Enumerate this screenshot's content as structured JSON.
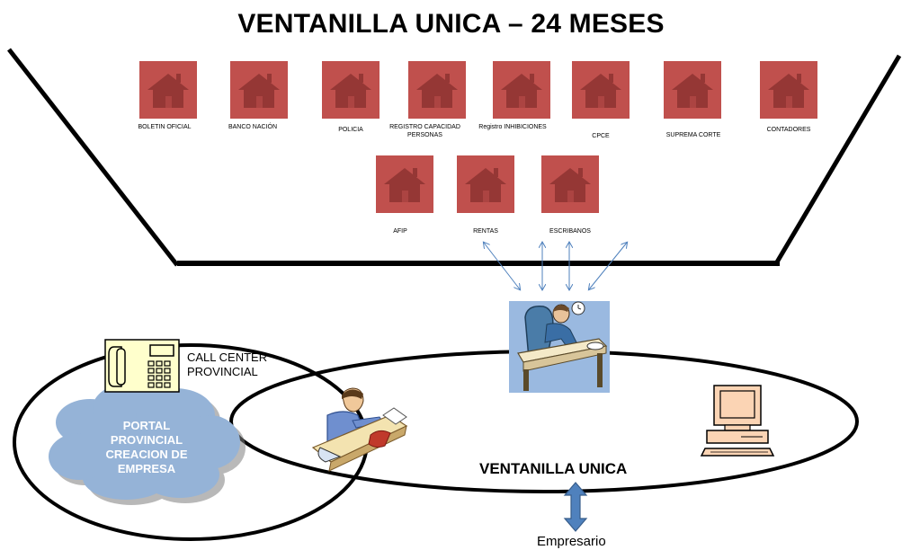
{
  "title": "VENTANILLA UNICA – 24 MESES",
  "institutions": {
    "row1": [
      "BOLETIN OFICIAL",
      "BANCO NACIÓN",
      "POLICIA",
      "REGISTRO CAPACIDAD PERSONAS",
      "Registro INHIBICIONES",
      "CPCE",
      "SUPREMA CORTE",
      "CONTADORES"
    ],
    "row2": [
      "AFIP",
      "RENTAS",
      "ESCRIBANOS"
    ]
  },
  "call_center": {
    "line1": "CALL CENTER",
    "line2": "PROVINCIAL"
  },
  "portal": {
    "line1": "PORTAL",
    "line2": "PROVINCIAL",
    "line3": "CREACION DE",
    "line4": "EMPRESA"
  },
  "center_label": "VENTANILLA UNICA",
  "bottom_label": "Empresario",
  "colors": {
    "house_box": "#c0504d",
    "house": "#953735",
    "cloud": "#95b3d7",
    "arrow_blue": "#4f81bd",
    "officer_bg": "#9ab9e0"
  },
  "icons": {
    "institution": "house-icon",
    "call_center": "telephone-icon",
    "portal": "cloud-shape",
    "worker": "office-worker-clipart",
    "desk": "person-at-desk-clipart",
    "computer": "computer-icon",
    "exchange": "double-arrow-icon"
  }
}
